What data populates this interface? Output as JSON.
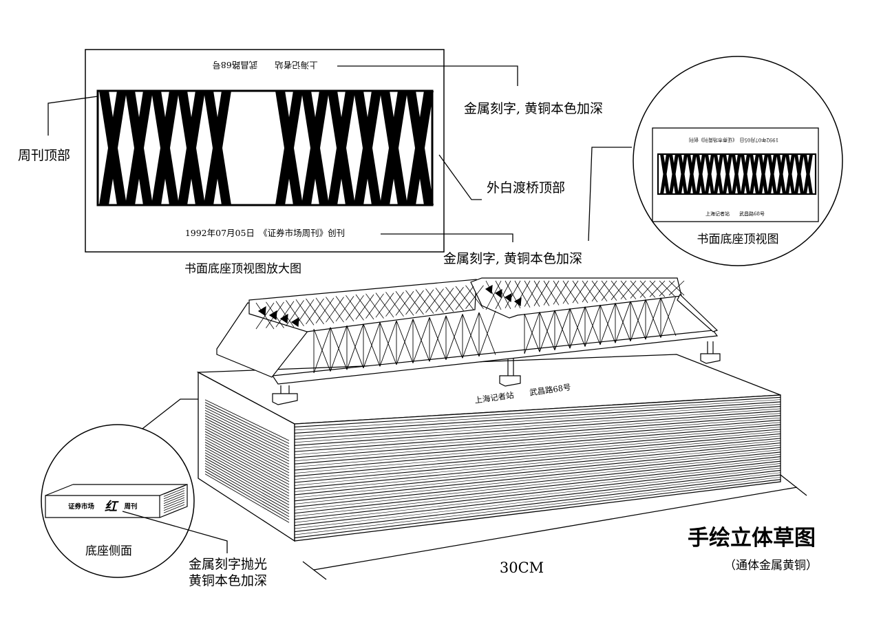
{
  "top_view_enlarged": {
    "top_inscription_mirrored": "上海记者站　　武昌路68号",
    "bottom_inscription": "1992年07月05日　《证券市场周刊》创刊",
    "caption": "书面底座顶视图放大图"
  },
  "callouts": {
    "weekly_top": "周刊顶部",
    "metal_engraving_1": "金属刻字, 黄铜本色加深",
    "bridge_top": "外白渡桥顶部",
    "metal_engraving_2": "金属刻字, 黄铜本色加深",
    "base_side_engraving_line1": "金属刻字抛光",
    "base_side_engraving_line2": "黄铜本色加深"
  },
  "circle_top_view": {
    "top_text_mirrored": "1992年07月05日　《证券市场周刊》创刊",
    "bottom_text": "上海记者站　　武昌路68号",
    "caption": "书面底座顶视图"
  },
  "circle_side_view": {
    "side_brand_a": "证券市场",
    "side_brand_b": "红",
    "side_brand_c": "周刊",
    "caption": "底座侧面"
  },
  "main_sketch": {
    "base_engraving": "上海记者站　　武昌路68号",
    "dimension": "30CM",
    "title": "手绘立体草图",
    "subtitle": "（通体金属黄铜）"
  },
  "colors": {
    "ink": "#000000",
    "paper": "#ffffff"
  }
}
